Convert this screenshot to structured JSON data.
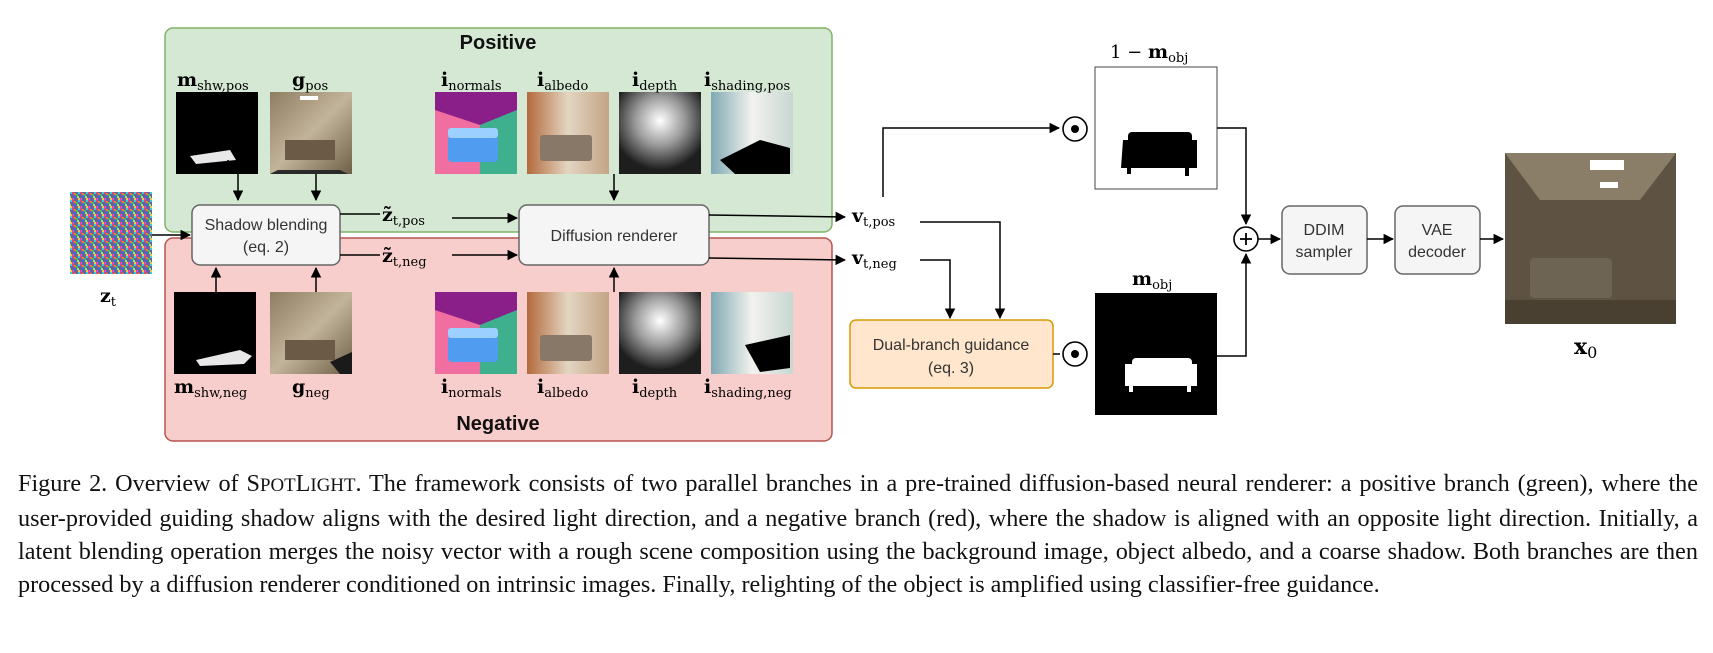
{
  "figure": {
    "branches": {
      "positive_title": "Positive",
      "negative_title": "Negative"
    },
    "nodes": {
      "shadow_blending_line1": "Shadow blending",
      "shadow_blending_line2": "(eq. 2)",
      "diffusion_renderer": "Diffusion renderer",
      "dual_guidance_line1": "Dual-branch guidance",
      "dual_guidance_line2": "(eq. 3)",
      "ddim_line1": "DDIM",
      "ddim_line2": "sampler",
      "vae_line1": "VAE",
      "vae_line2": "decoder"
    },
    "labels": {
      "m_shw_pos": {
        "main": "m",
        "sub": "shw,pos"
      },
      "g_pos": {
        "main": "g",
        "sub": "pos"
      },
      "i_normals_pos": {
        "main": "i",
        "sub": "normals"
      },
      "i_albedo_pos": {
        "main": "i",
        "sub": "albedo"
      },
      "i_depth_pos": {
        "main": "i",
        "sub": "depth"
      },
      "i_shading_pos": {
        "main": "i",
        "sub": "shading,pos"
      },
      "m_shw_neg": {
        "main": "m",
        "sub": "shw,neg"
      },
      "g_neg": {
        "main": "g",
        "sub": "neg"
      },
      "i_normals_neg": {
        "main": "i",
        "sub": "normals"
      },
      "i_albedo_neg": {
        "main": "i",
        "sub": "albedo"
      },
      "i_depth_neg": {
        "main": "i",
        "sub": "depth"
      },
      "i_shading_neg": {
        "main": "i",
        "sub": "shading,neg"
      },
      "z_t": {
        "main": "z",
        "sub": "t"
      },
      "z_t_pos": {
        "main": "z̃",
        "sub": "t,pos"
      },
      "z_t_neg": {
        "main": "z̃",
        "sub": "t,neg"
      },
      "v_t_pos": {
        "main": "v",
        "sub": "t,pos"
      },
      "v_t_neg": {
        "main": "v",
        "sub": "t,neg"
      },
      "one_minus_m_obj": {
        "prefix": "1 − ",
        "main": "m",
        "sub": "obj"
      },
      "m_obj": {
        "main": "m",
        "sub": "obj"
      },
      "x_0": {
        "main": "x",
        "sub": "0"
      }
    },
    "operators": {
      "hadamard": "⊙",
      "plus": "+"
    },
    "colors": {
      "positive_fill": "#d5e8d4",
      "positive_stroke": "#82b366",
      "negative_fill": "#f8cecc",
      "negative_stroke": "#b85450",
      "guidance_fill": "#ffe6cc",
      "guidance_stroke": "#d79b00",
      "node_fill": "#f5f5f5",
      "node_stroke": "#666666"
    }
  },
  "caption": {
    "prefix": "Figure 2. Overview of ",
    "name_S": "S",
    "name_POT": "POT",
    "name_L": "L",
    "name_IGHT": "IGHT",
    "text": ". The framework consists of two parallel branches in a pre-trained diffusion-based neural renderer: a positive branch (green), where the user-provided guiding shadow aligns with the desired light direction, and a negative branch (red), where the shadow is aligned with an opposite light direction. Initially, a latent blending operation merges the noisy vector with a rough scene composition using the background image, object albedo, and a coarse shadow. Both branches are then processed by a diffusion renderer conditioned on intrinsic images. Finally, relighting of the object is amplified using classifier-free guidance."
  }
}
